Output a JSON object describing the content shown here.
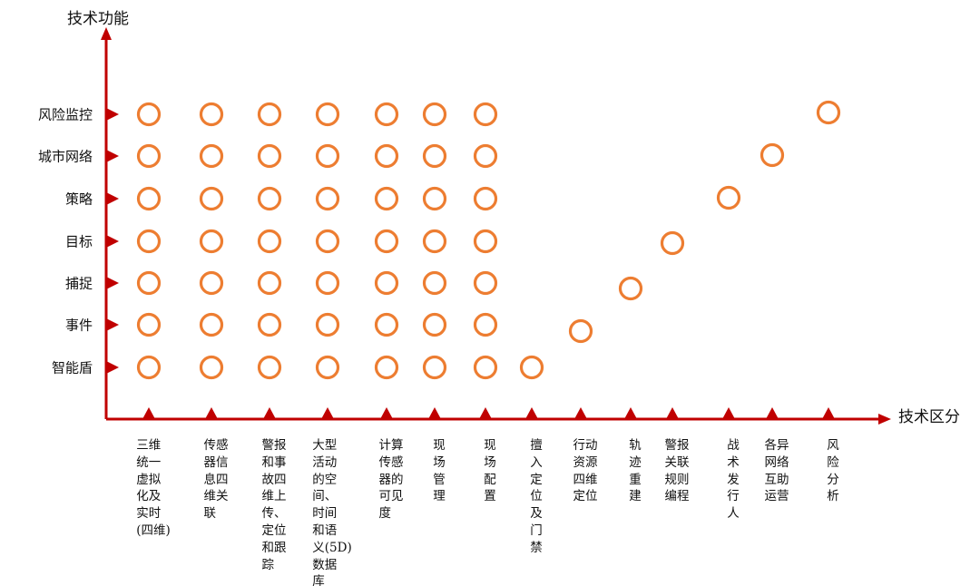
{
  "y_axis_title": "技术功能",
  "x_axis_title": "技术区分",
  "colors": {
    "axis": "#C00000",
    "circle": "#ED7D31"
  },
  "rows": [
    "风险监控",
    "城市网络",
    "策略",
    "目标",
    "捕捉",
    "事件",
    "智能盾"
  ],
  "columns": [
    {
      "lines": [
        "三维",
        "统一",
        "虚拟",
        "化及",
        "实时",
        "(四维)"
      ],
      "rows": [
        0,
        1,
        2,
        3,
        4,
        5,
        6
      ]
    },
    {
      "lines": [
        "传感",
        "器信",
        "息四",
        "维关",
        "联"
      ],
      "rows": [
        0,
        1,
        2,
        3,
        4,
        5,
        6
      ]
    },
    {
      "lines": [
        "警报",
        "和事",
        "故四",
        "维上",
        "传、",
        "定位",
        "和跟",
        "踪"
      ],
      "rows": [
        0,
        1,
        2,
        3,
        4,
        5,
        6
      ]
    },
    {
      "lines": [
        "大型",
        "活动",
        "的空",
        "间、",
        "时间",
        "和语",
        "义(5D)",
        "数据",
        "库"
      ],
      "rows": [
        0,
        1,
        2,
        3,
        4,
        5,
        6
      ]
    },
    {
      "lines": [
        "计算",
        "传感",
        "器的",
        "可见",
        "度"
      ],
      "rows": [
        0,
        1,
        2,
        3,
        4,
        5,
        6
      ]
    },
    {
      "lines": [
        "现",
        "场",
        "管",
        "理"
      ],
      "rows": [
        0,
        1,
        2,
        3,
        4,
        5,
        6
      ]
    },
    {
      "lines": [
        "现",
        "场",
        "配",
        "置"
      ],
      "rows": [
        0,
        1,
        2,
        3,
        4,
        5,
        6
      ]
    },
    {
      "lines": [
        "擅",
        "入",
        "定",
        "位",
        "及",
        "门",
        "禁"
      ],
      "rows": [
        6
      ]
    },
    {
      "lines": [
        "行动",
        "资源",
        "四维",
        "定位"
      ],
      "rows": [
        5
      ]
    },
    {
      "lines": [
        "轨",
        "迹",
        "重",
        "建"
      ],
      "rows": [
        4
      ]
    },
    {
      "lines": [
        "警报",
        "关联",
        "规则",
        "编程"
      ],
      "rows": [
        3
      ]
    },
    {
      "lines": [
        "战",
        "术",
        "发",
        "行",
        "人"
      ],
      "rows": [
        2
      ]
    },
    {
      "lines": [
        "各异",
        "网络",
        "互助",
        "运营"
      ],
      "rows": [
        1
      ]
    },
    {
      "lines": [
        "风",
        "险",
        "分",
        "析"
      ],
      "rows": [
        0
      ]
    }
  ]
}
